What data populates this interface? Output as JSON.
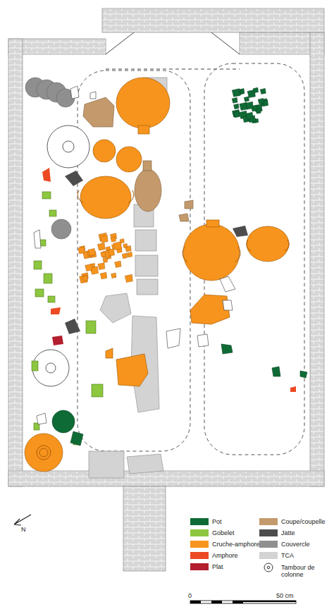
{
  "diagram": {
    "labels": [
      "N",
      "0",
      "50 cm"
    ],
    "legend": [
      {
        "text": "Pot",
        "color": "#0f6b35"
      },
      {
        "text": "Gobelet",
        "color": "#8dc63f"
      },
      {
        "text": "Cruche-amphore",
        "color": "#f7941d"
      },
      {
        "text": "Amphore",
        "color": "#ec4a24"
      },
      {
        "text": "Plat",
        "color": "#b31f2e"
      },
      {
        "text": "Coupe/coupelle",
        "color": "#c49a6c"
      },
      {
        "text": "Jatte",
        "color": "#4d4d4d"
      },
      {
        "text": "Couvercle",
        "color": "#8f8f8f"
      },
      {
        "text": "TCA",
        "color": "#d3d3d3"
      },
      {
        "text": "Tambour de colonne"
      }
    ]
  }
}
